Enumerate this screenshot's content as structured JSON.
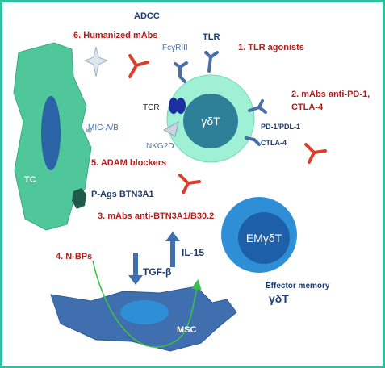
{
  "labels": {
    "adcc": "ADCC",
    "humanized_mabs": "6. Humanized mAbs",
    "fcgriii": "FcγRIII",
    "tlr": "TLR",
    "tlr_agonists": "1. TLR agonists",
    "mabs_pd1_line1": "2. mAbs anti-PD-1,",
    "mabs_pd1_line2": "CTLA-4",
    "tcr": "TCR",
    "gdt": "γδT",
    "mic_ab": "MIC-A/B",
    "nkg2d": "NKG2D",
    "pd1_pdl1": "PD-1/PDL-1",
    "ctla4": "CTLA-4",
    "tc": "TC",
    "adam_blockers": "5. ADAM blockers",
    "pags_btn3a1": "P-Ags BTN3A1",
    "mabs_btn3a1": "3. mAbs anti-BTN3A1/B30.2",
    "em_gdt": "EMγδT",
    "nbps": "4. N-BPs",
    "tgfb": "TGF-β",
    "il15": "IL-15",
    "effector_memory_line1": "Effector memory",
    "effector_memory_line2": "γδT",
    "msc": "MSC"
  },
  "colors": {
    "frame": "#2fbf9f",
    "tumor_cell": "#4fc79a",
    "gdt_outer": "#9ff0d4",
    "gdt_nucleus": "#2e7f98",
    "em_outer": "#2f8fd6",
    "em_nucleus": "#1d5fa8",
    "msc_cell": "#3f6fae",
    "antibody": "#d8402c",
    "red_text": "#b51d1d",
    "navy_text": "#1c3a72"
  }
}
